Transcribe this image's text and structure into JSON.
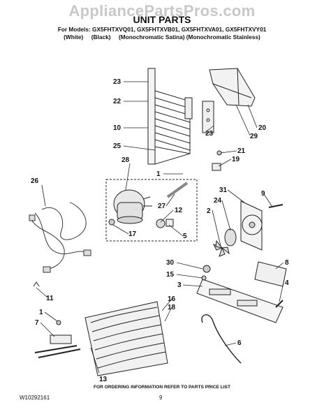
{
  "watermark": "AppliancePartsPros.com",
  "title": "UNIT PARTS",
  "models": "For Models: GX5FHTXVQ01, GX5FHTXVB01, GX5FHTXVA01, GX5FHTXVY01",
  "colors": "(White)     (Black)     (Monochromatic Satina) (Monochromatic Stainless)",
  "footnote": "FOR ORDERING INFORMATION REFER TO PARTS PRICE LIST",
  "doc_id": "W10292161",
  "page_number": "9",
  "callouts": [
    "23",
    "22",
    "10",
    "25",
    "28",
    "1",
    "26",
    "27",
    "12",
    "17",
    "5",
    "20",
    "29",
    "23",
    "21",
    "19",
    "31",
    "9",
    "24",
    "2",
    "30",
    "15",
    "8",
    "3",
    "4",
    "16",
    "18",
    "11",
    "1",
    "7",
    "6",
    "13"
  ]
}
